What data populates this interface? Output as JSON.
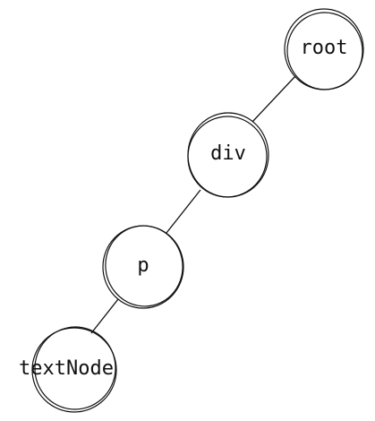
{
  "tree": {
    "nodes": [
      {
        "id": "root",
        "label": "root"
      },
      {
        "id": "div",
        "label": "div"
      },
      {
        "id": "p",
        "label": "p"
      },
      {
        "id": "textNode",
        "label": "textNode"
      }
    ],
    "edges": [
      {
        "from": "root",
        "to": "div"
      },
      {
        "from": "div",
        "to": "p"
      },
      {
        "from": "p",
        "to": "textNode"
      }
    ]
  }
}
